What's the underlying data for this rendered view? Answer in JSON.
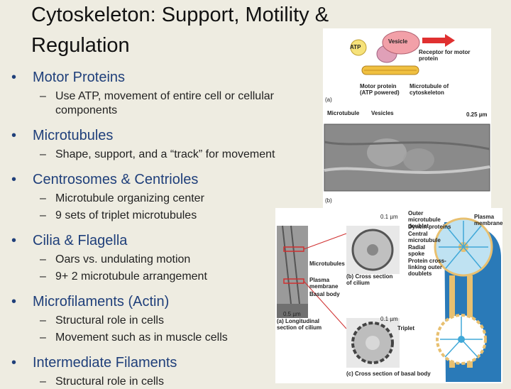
{
  "slide": {
    "title": "Cytoskeleton: Support, Motility & Regulation",
    "bullets": [
      {
        "label": "Motor Proteins",
        "subs": [
          "Use ATP, movement of entire cell or cellular components"
        ]
      },
      {
        "label": "Microtubules",
        "subs": [
          "Shape, support, and a “track” for movement"
        ]
      },
      {
        "label": "Centrosomes & Centrioles",
        "subs": [
          "Microtubule organizing center",
          "9 sets of triplet microtubules"
        ]
      },
      {
        "label": "Cilia & Flagella",
        "subs": [
          "Oars vs. undulating motion",
          "9+ 2 microtubule arrangement"
        ]
      },
      {
        "label": "Microfilaments (Actin)",
        "subs": [
          "Structural role in cells",
          "Movement such as in muscle cells"
        ]
      },
      {
        "label": "Intermediate Filaments",
        "subs": [
          "Structural role in cells"
        ]
      }
    ]
  },
  "figure_a": {
    "atp": "ATP",
    "vesicle": "Vesicle",
    "receptor": "Receptor for motor protein",
    "motor": "Motor protein (ATP powered)",
    "microtubule_of_cytoskeleton": "Microtubule of cytoskeleton",
    "panel_a": "(a)",
    "microtubule": "Microtubule",
    "vesicles": "Vesicles",
    "scale": "0.25 µm",
    "panel_b": "(b)",
    "colors": {
      "vesicle": "#f2a0a8",
      "motor": "#e0a0b8",
      "track": "#f0c040",
      "arrow": "#e03030"
    }
  },
  "figure_b": {
    "scale_top": "0.1 µm",
    "outer_doublet": "Outer microtubule doublet",
    "dynein": "Dynein proteins",
    "central": "Central microtubule",
    "radial": "Radial spoke",
    "cross_link": "Protein cross-linking outer doublets",
    "plasma_membrane_right": "Plasma membrane",
    "microtubules": "Microtubules",
    "plasma_membrane_left": "Plasma membrane",
    "basal_body": "Basal body",
    "panel_b_caption": "(b) Cross section of cilium",
    "scale_left": "0.5 µm",
    "panel_a_caption": "(a) Longitudinal section of cilium",
    "scale_bottom": "0.1 µm",
    "triplet": "Triplet",
    "panel_c_caption": "(c) Cross section of basal body",
    "colors": {
      "cilium": "#2a7ab8",
      "doublet": "#e8c070",
      "spoke": "#40a8d8"
    }
  }
}
